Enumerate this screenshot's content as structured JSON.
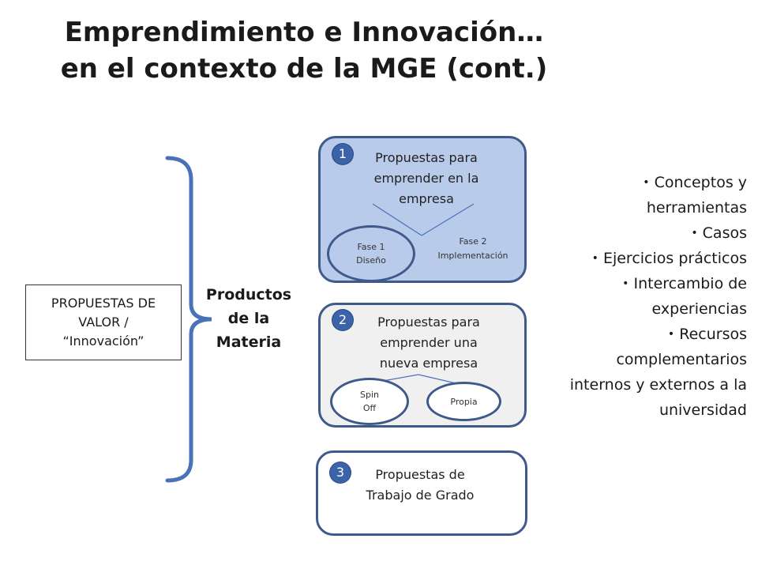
{
  "title": {
    "line1": "Emprendimiento e Innovación…",
    "line2": "en el contexto de la MGE (cont.)"
  },
  "value_box": {
    "line1": "PROPUESTAS DE",
    "line2": "VALOR /",
    "line3": "“Innovación”"
  },
  "products_label": {
    "line1": "Productos",
    "line2": "de la",
    "line3": "Materia"
  },
  "cards": [
    {
      "number": "1",
      "lines": [
        "Propuestas para",
        "emprender en la",
        "empresa"
      ],
      "sub": {
        "left_lines": [
          "Fase 1",
          "Diseño"
        ],
        "right_lines": [
          "Fase 2",
          "Implementación"
        ]
      }
    },
    {
      "number": "2",
      "lines": [
        "Propuestas para",
        "emprender una",
        "nueva empresa"
      ],
      "sub": {
        "left_lines": [
          "Spin",
          "Off"
        ],
        "right_lines": [
          "Propia"
        ]
      }
    },
    {
      "number": "3",
      "lines": [
        "Propuestas de",
        "Trabajo de Grado"
      ]
    }
  ],
  "bullet_lines": [
    "Conceptos y",
    "herramientas",
    "Casos",
    "Ejercicios prácticos",
    "Intercambio de",
    "experiencias",
    "Recursos",
    "complementarios",
    "internos y externos a la",
    "universidad"
  ],
  "bullet_flags": [
    true,
    false,
    true,
    true,
    true,
    false,
    true,
    false,
    false,
    false
  ],
  "colors": {
    "accent": "#3b63a8",
    "border": "#3f5a8a",
    "card1_fill": "#b9cbea",
    "card2_fill": "#f0f0f0",
    "bracket": "#4a72b8"
  }
}
